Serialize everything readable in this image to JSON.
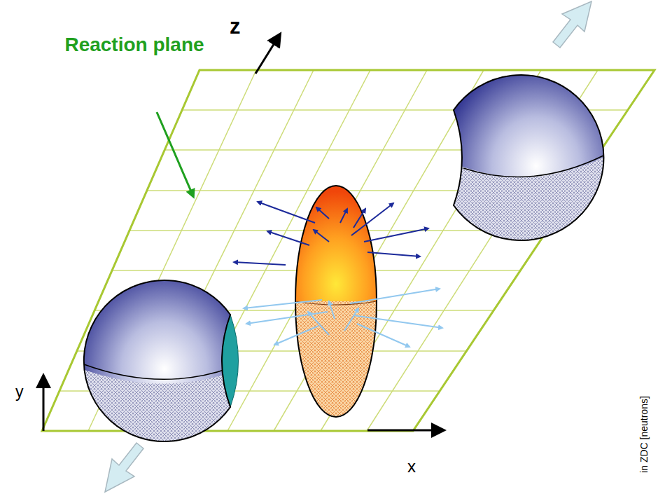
{
  "diagram": {
    "labels": [
      "Reaction plane",
      "z",
      "y",
      "x",
      "in ZDC [neutrons]"
    ]
  }
}
